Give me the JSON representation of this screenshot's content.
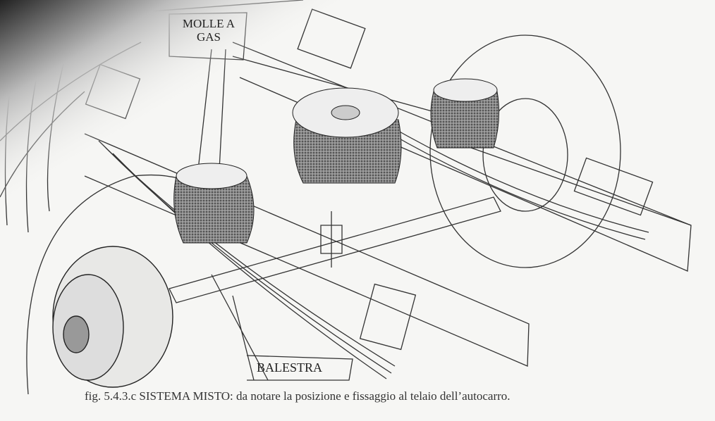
{
  "labels": {
    "molle_line1": "MOLLE A",
    "molle_line2": "GAS",
    "balestra": "BALESTRA"
  },
  "caption": "fig. 5.4.3.c   SISTEMA MISTO: da notare la posizione e fissaggio al telaio dell’autocarro."
}
